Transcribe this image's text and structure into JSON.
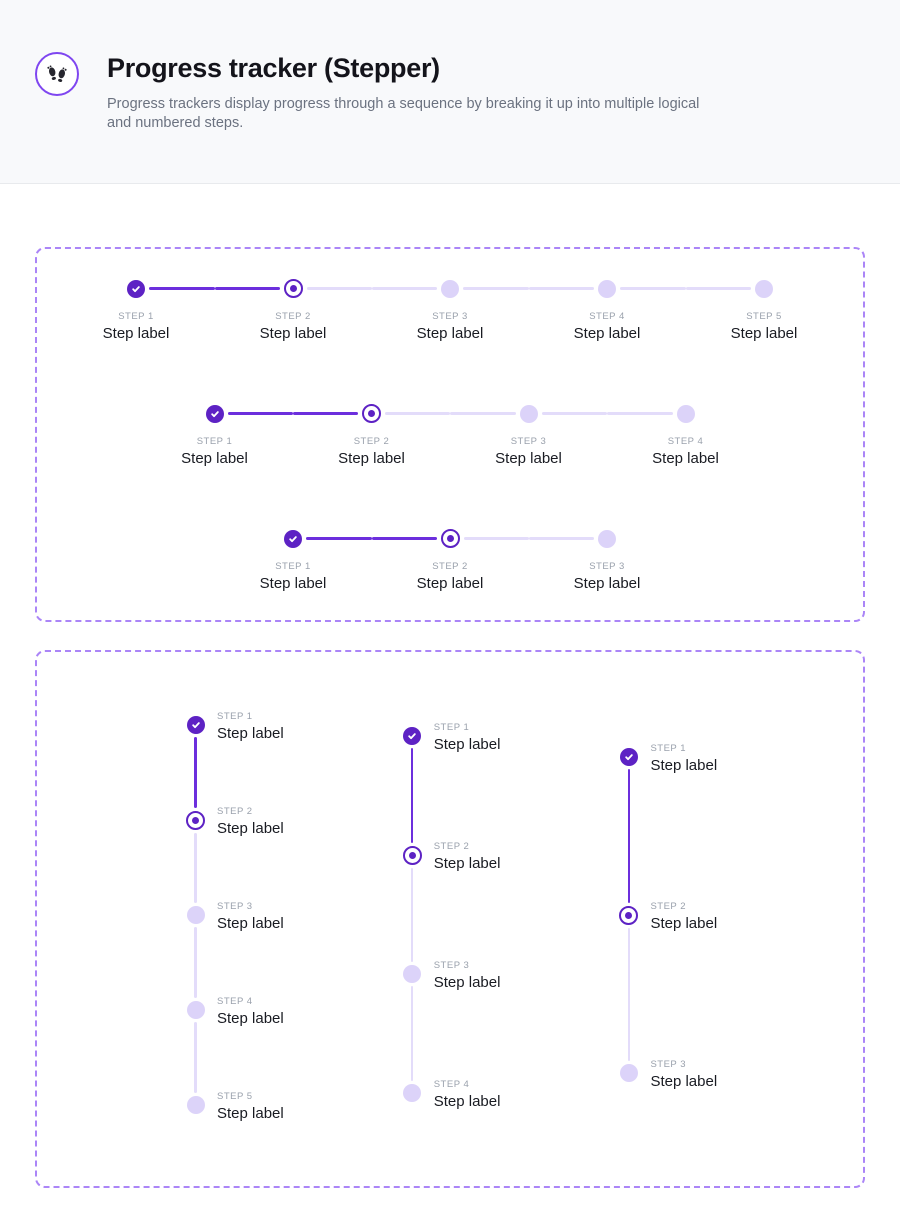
{
  "header": {
    "icon": "footprints-icon",
    "title": "Progress tracker (Stepper)",
    "description": "Progress trackers display progress through a sequence by breaking it up into multiple logical and numbered steps."
  },
  "colors": {
    "accent": "#5d22c4",
    "accent_line": "#6c2fdd",
    "accent_light": "#dcd3f9",
    "connector_light": "#e3dcfa",
    "dashed_border": "#ab85f7"
  },
  "steppers": {
    "horizontal": [
      {
        "steps": [
          {
            "eyebrow": "STEP 1",
            "label": "Step label",
            "status": "completed"
          },
          {
            "eyebrow": "STEP 2",
            "label": "Step label",
            "status": "current"
          },
          {
            "eyebrow": "STEP 3",
            "label": "Step label",
            "status": "upcoming"
          },
          {
            "eyebrow": "STEP 4",
            "label": "Step label",
            "status": "upcoming"
          },
          {
            "eyebrow": "STEP 5",
            "label": "Step label",
            "status": "upcoming"
          }
        ]
      },
      {
        "steps": [
          {
            "eyebrow": "STEP 1",
            "label": "Step label",
            "status": "completed"
          },
          {
            "eyebrow": "STEP 2",
            "label": "Step label",
            "status": "current"
          },
          {
            "eyebrow": "STEP 3",
            "label": "Step label",
            "status": "upcoming"
          },
          {
            "eyebrow": "STEP 4",
            "label": "Step label",
            "status": "upcoming"
          }
        ]
      },
      {
        "steps": [
          {
            "eyebrow": "STEP 1",
            "label": "Step label",
            "status": "completed"
          },
          {
            "eyebrow": "STEP 2",
            "label": "Step label",
            "status": "current"
          },
          {
            "eyebrow": "STEP 3",
            "label": "Step label",
            "status": "upcoming"
          }
        ]
      }
    ],
    "vertical": [
      {
        "steps": [
          {
            "eyebrow": "STEP 1",
            "label": "Step label",
            "status": "completed"
          },
          {
            "eyebrow": "STEP 2",
            "label": "Step label",
            "status": "current"
          },
          {
            "eyebrow": "STEP 3",
            "label": "Step label",
            "status": "upcoming"
          },
          {
            "eyebrow": "STEP 4",
            "label": "Step label",
            "status": "upcoming"
          },
          {
            "eyebrow": "STEP 5",
            "label": "Step label",
            "status": "upcoming"
          }
        ]
      },
      {
        "steps": [
          {
            "eyebrow": "STEP 1",
            "label": "Step label",
            "status": "completed"
          },
          {
            "eyebrow": "STEP 2",
            "label": "Step label",
            "status": "current"
          },
          {
            "eyebrow": "STEP 3",
            "label": "Step label",
            "status": "upcoming"
          },
          {
            "eyebrow": "STEP 4",
            "label": "Step label",
            "status": "upcoming"
          }
        ]
      },
      {
        "steps": [
          {
            "eyebrow": "STEP 1",
            "label": "Step label",
            "status": "completed"
          },
          {
            "eyebrow": "STEP 2",
            "label": "Step label",
            "status": "current"
          },
          {
            "eyebrow": "STEP 3",
            "label": "Step label",
            "status": "upcoming"
          }
        ]
      }
    ]
  }
}
